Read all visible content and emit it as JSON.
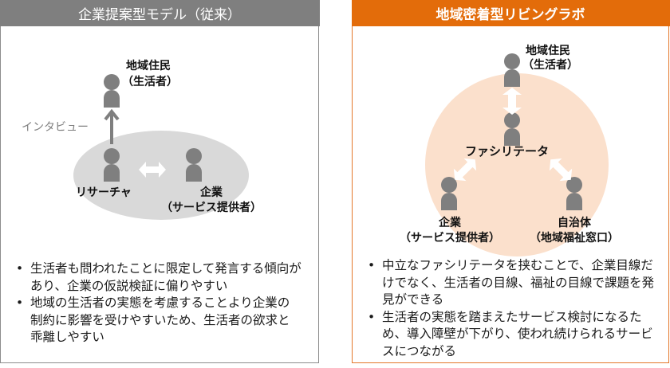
{
  "left_panel": {
    "title": "企業提案型モデル（従来）",
    "header_color": "#7f7f7f",
    "diagram": {
      "resident_label_1": "地域住民",
      "resident_label_2": "（生活者）",
      "interview_label": "インタビュー",
      "researcher_label": "リサーチャ",
      "company_label_1": "企業",
      "company_label_2": "（サービス提供者）"
    },
    "bullets": [
      "生活者も問われたことに限定して発言する傾向があり、企業の仮説検証に偏りやすい",
      "地域の生活者の実態を考慮することより企業の制約に影響を受けやすいため、生活者の欲求と乖離しやすい"
    ]
  },
  "right_panel": {
    "title": "地域密着型リビングラボ",
    "header_color": "#e36c0a",
    "circle_color": "#fbe0cc",
    "diagram": {
      "resident_label_1": "地域住民",
      "resident_label_2": "（生活者）",
      "facilitator_label": "ファシリテータ",
      "company_label_1": "企業",
      "company_label_2": "（サービス提供者）",
      "municipality_label_1": "自治体",
      "municipality_label_2": "（地域福祉窓口）"
    },
    "bullets": [
      "中立なファシリテータを挟むことで、企業目線だけでなく、生活者の目線、福祉の目線で課題を発見ができる",
      "生活者の実態を踏まえたサービス検討になるため、導入障壁が下がり、使われ続けられるサービスにつながる"
    ]
  }
}
